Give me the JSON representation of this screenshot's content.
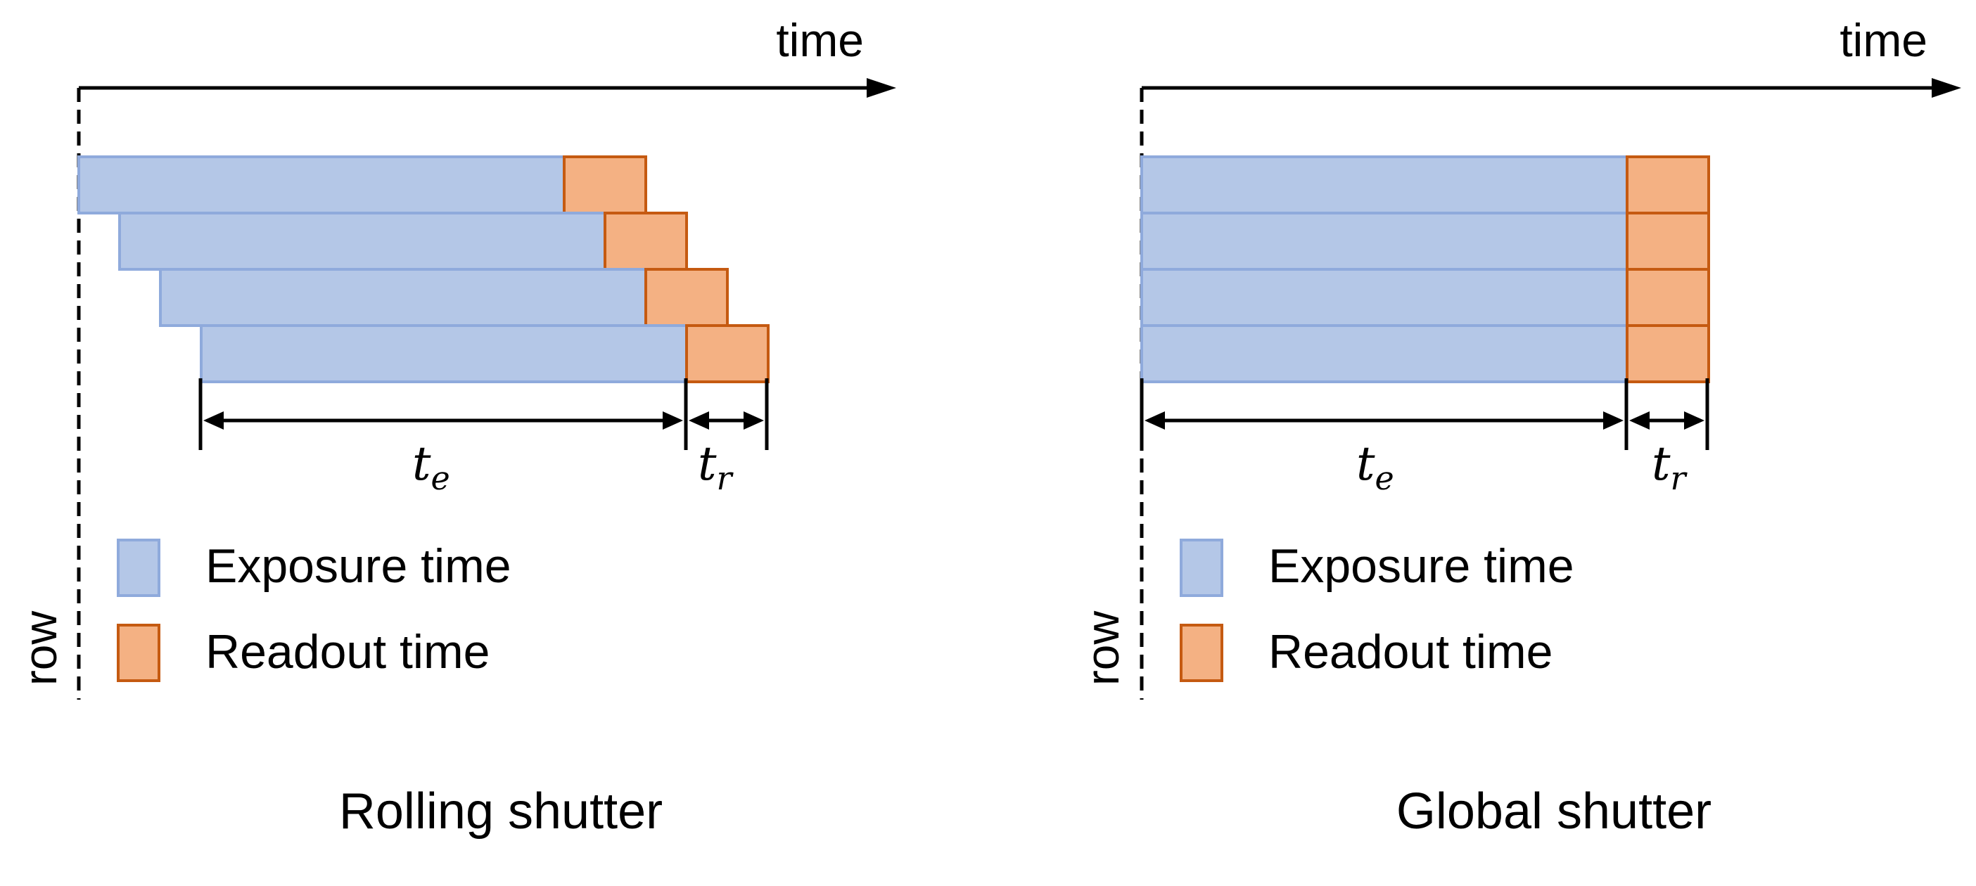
{
  "colors": {
    "exposure_fill": "#b4c7e7",
    "exposure_stroke": "#8faadc",
    "readout_fill": "#f4b183",
    "readout_stroke": "#c55a11",
    "line": "#000000"
  },
  "panels": [
    {
      "id": "rolling",
      "axis_time_label": "time",
      "axis_row_label": "row",
      "te_symbol": "t",
      "te_subscript": "e",
      "tr_symbol": "t",
      "tr_subscript": "r",
      "legend": [
        {
          "label": "Exposure time",
          "kind": "exposure"
        },
        {
          "label": "Readout time",
          "kind": "readout"
        }
      ],
      "caption": "Rolling shutter",
      "rows": 4,
      "row_start_offsets": [
        0,
        1,
        2,
        3
      ]
    },
    {
      "id": "global",
      "axis_time_label": "time",
      "axis_row_label": "row",
      "te_symbol": "t",
      "te_subscript": "e",
      "tr_symbol": "t",
      "tr_subscript": "r",
      "legend": [
        {
          "label": "Exposure time",
          "kind": "exposure"
        },
        {
          "label": "Readout time",
          "kind": "readout"
        }
      ],
      "caption": "Global shutter",
      "rows": 4,
      "row_start_offsets": [
        0,
        0,
        0,
        0
      ]
    }
  ]
}
